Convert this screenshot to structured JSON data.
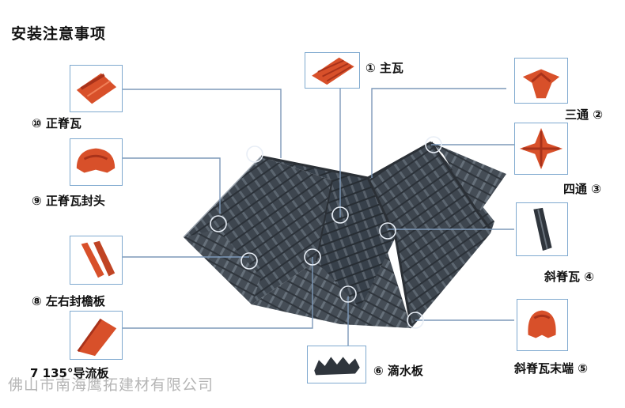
{
  "title": "安装注意事项",
  "parts": {
    "p1": "① 主瓦",
    "p2": "三通 ②",
    "p3": "四通 ③",
    "p4": "斜脊瓦 ④",
    "p5": "斜脊瓦末端 ⑤",
    "p6": "⑥ 滴水板",
    "p7": "7 135°导流板",
    "p8": "⑧ 左右封檐板",
    "p9": "⑨ 正脊瓦封头",
    "p10": "⑩ 正脊瓦"
  },
  "watermark": "佛山市南海鹰拓建材有限公司",
  "colors": {
    "roof": "#3f4750",
    "roof_highlight": "#66707a",
    "tile_red": "#d8502a",
    "tile_dark_red": "#a8321a",
    "border_blue": "#7fa9cf",
    "leader_line": "#7d98b8"
  }
}
